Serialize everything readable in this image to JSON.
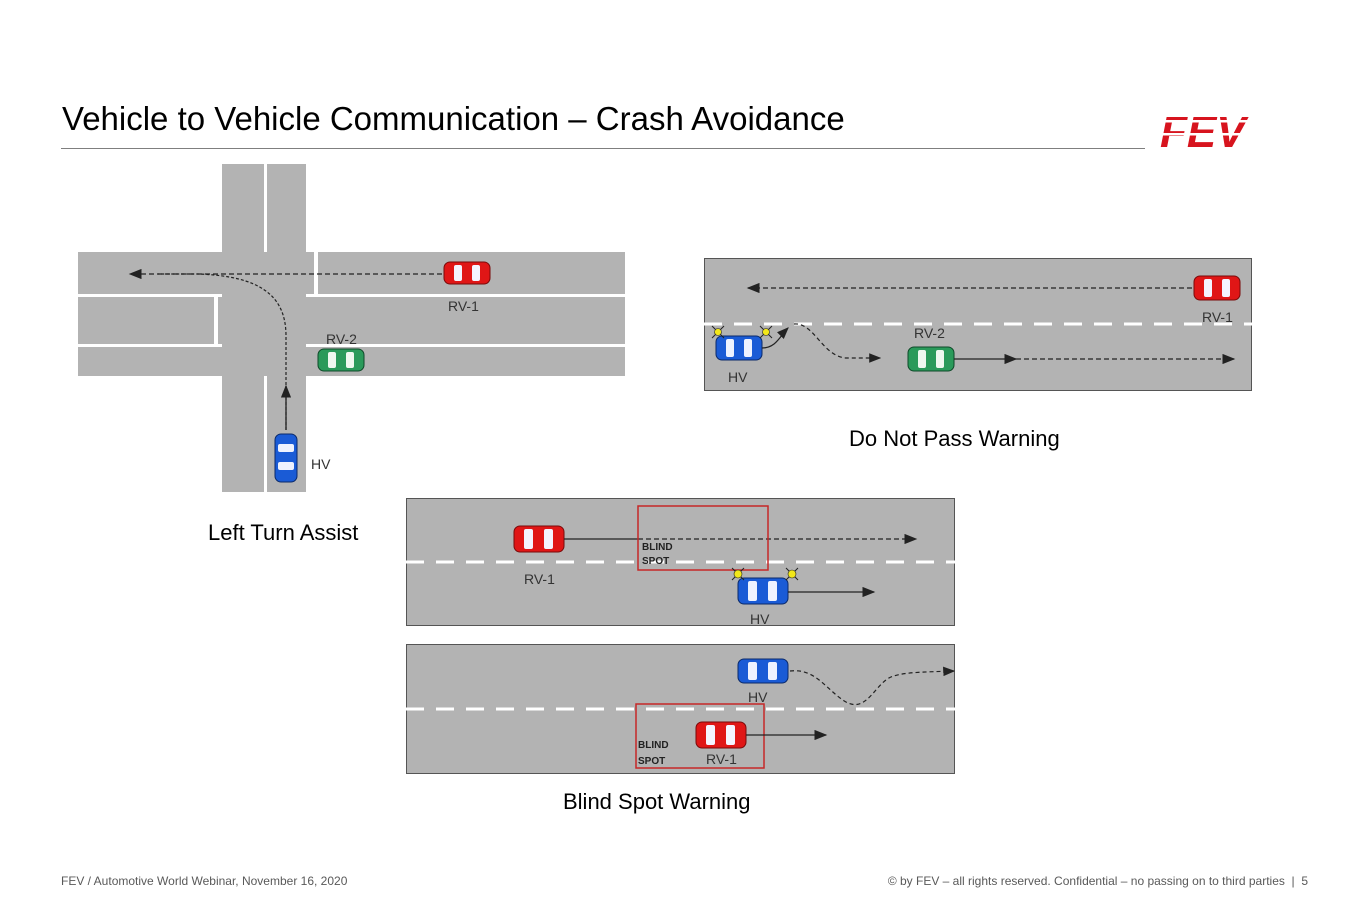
{
  "title": "Vehicle to Vehicle Communication – Crash Avoidance",
  "logo": {
    "text": "FEV",
    "color": "#d7141e"
  },
  "colors": {
    "road": "#b3b3b3",
    "host_vehicle": "#1a5bd6",
    "rv1": "#e01616",
    "rv2": "#2a9a5a",
    "blind_spot": "#c62828"
  },
  "left_turn": {
    "caption": "Left Turn Assist",
    "rv1_label": "RV-1",
    "rv2_label": "RV-2",
    "hv_label": "HV"
  },
  "do_not_pass": {
    "caption": "Do Not Pass Warning",
    "rv1_label": "RV-1",
    "rv2_label": "RV-2",
    "hv_label": "HV"
  },
  "blind_spot": {
    "caption": "Blind Spot Warning",
    "panel1": {
      "rv1_label": "RV-1",
      "hv_label": "HV",
      "zone_line1": "BLIND",
      "zone_line2": "SPOT"
    },
    "panel2": {
      "rv1_label": "RV-1",
      "hv_label": "HV",
      "zone_line1": "BLIND",
      "zone_line2": "SPOT"
    }
  },
  "footer": {
    "left": "FEV / Automotive World Webinar, November 16, 2020",
    "right": "© by FEV – all rights reserved. Confidential – no passing on to third parties  |  5"
  }
}
